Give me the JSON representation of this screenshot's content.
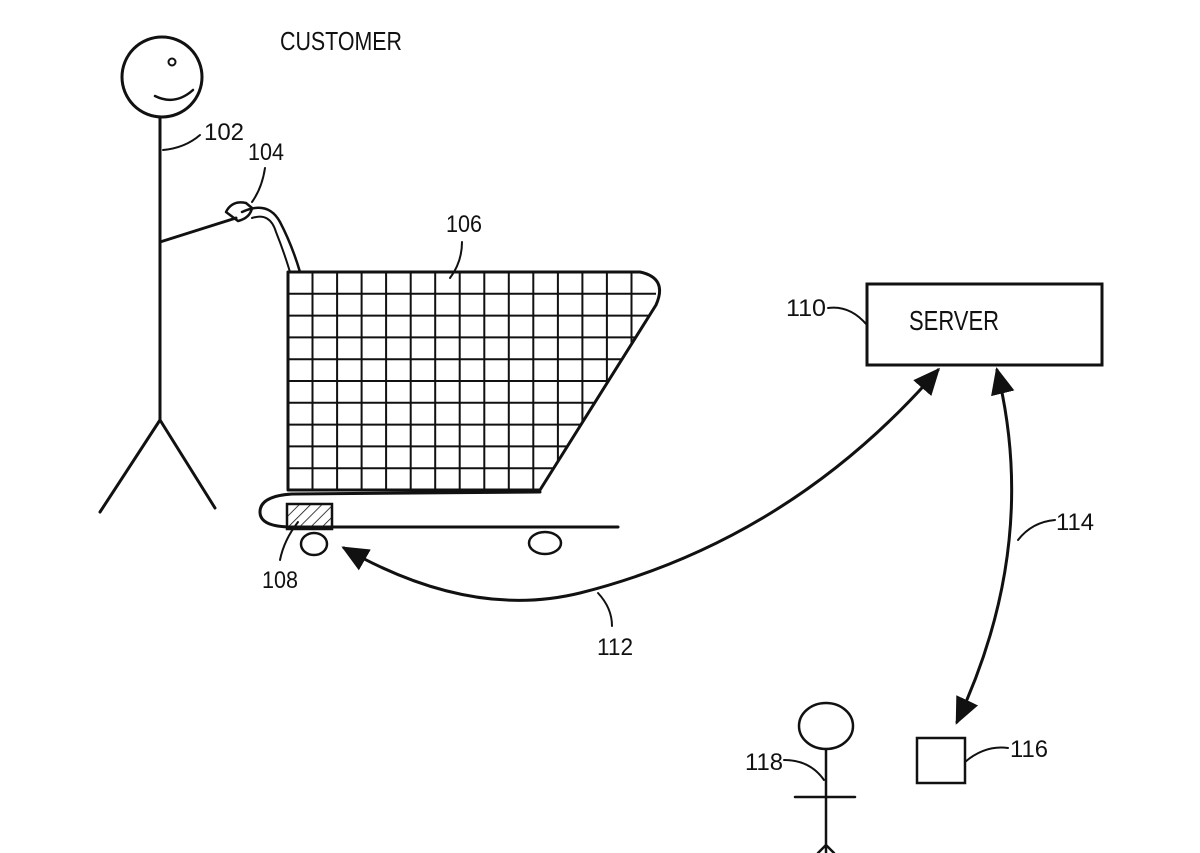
{
  "labels": {
    "customer_title": "CUSTOMER",
    "server_text": "SERVER",
    "ref_customer": "102",
    "ref_handheld": "104",
    "ref_cart": "106",
    "ref_cart_device": "108",
    "ref_server": "110",
    "ref_link_cart_server": "112",
    "ref_link_server_terminal": "114",
    "ref_terminal": "116",
    "ref_person": "118"
  },
  "colors": {
    "ink": "#111111",
    "background": "#ffffff"
  }
}
